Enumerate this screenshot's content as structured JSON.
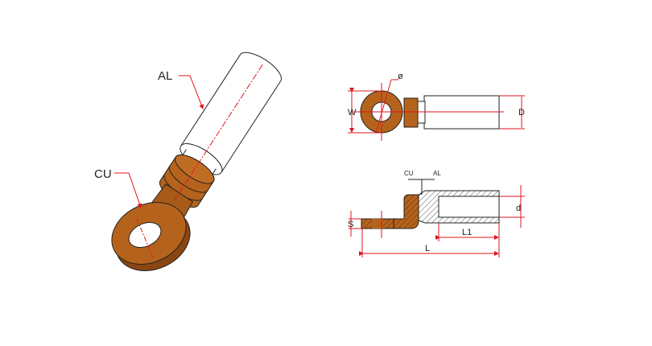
{
  "colors": {
    "copper": "#b5631c",
    "copper_dark": "#8a4612",
    "dimension": "#e0141e",
    "outline": "#222222",
    "aluminium": "#ffffff"
  },
  "iso_view": {
    "al_label": "AL",
    "cu_label": "CU"
  },
  "top_view": {
    "diameter_label": "ø",
    "width_label": "W",
    "outer_diameter_label": "D"
  },
  "section_view": {
    "cu_label": "CU",
    "al_label": "AL",
    "thickness_label": "S",
    "inner_diameter_label": "d",
    "barrel_length_label": "L1",
    "total_length_label": "L"
  }
}
